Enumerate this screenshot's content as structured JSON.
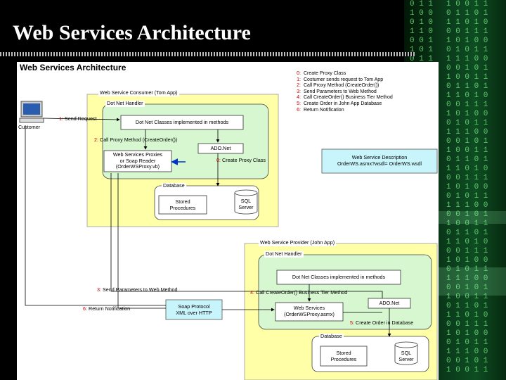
{
  "slide_title": "Web Services Architecture",
  "diagram": {
    "title": "Web Services Architecture",
    "steps": [
      {
        "num": "0:",
        "text": "Create Proxy Class"
      },
      {
        "num": "1:",
        "text": "Costumer sends request to Tom App"
      },
      {
        "num": "2:",
        "text": "Call Proxy Method (CreateOrder())"
      },
      {
        "num": "3:",
        "text": "Send Parameters to Web Method"
      },
      {
        "num": "4:",
        "text": "Call CreateOrder() Business Tier Method"
      },
      {
        "num": "5:",
        "text": "Create Order in John App Database"
      },
      {
        "num": "6:",
        "text": "Return Notification"
      }
    ],
    "customer_label": "Customer",
    "consumer": {
      "label": "Web Service Consumer (Tom App)",
      "dotnet_handler": "Dot Net Handler",
      "classes": "Dot Net Classes implemented in methods",
      "adonet": "ADO.Net",
      "proxy": [
        "Web Services Proxies",
        "or Soap Reader",
        "(OrderWSProxy.vb)"
      ],
      "database": "Database",
      "stored_procedures": [
        "Stored",
        "Procedures"
      ],
      "sql_server": [
        "SQL",
        "Server"
      ]
    },
    "description_box": [
      "Web Service Description",
      "OrderWS.asmx?wsdl= OrderWS.wsdl"
    ],
    "provider": {
      "label": "Web Service Provider (John App)",
      "dotnet_handler": "Dot Net Handler",
      "classes": "Dot Net Classes implemented in methods",
      "adonet": "ADO.Net",
      "web_services": [
        "Web Services",
        "(OrderWSProxy.asmx)"
      ],
      "database": "Database",
      "stored_procedures": [
        "Stored",
        "Procedures"
      ],
      "sql_server": [
        "SQL",
        "Server"
      ]
    },
    "soap_box": [
      "Soap Protocol",
      "XML over HTTP"
    ],
    "flow_labels": {
      "send_request": "1: Send Request",
      "call_proxy": "2: Call Proxy Method (CreateOrder())",
      "create_proxy": "0: Create Proxy Class",
      "send_params": "3: Send Parameters to Web Method",
      "return_notification": "6: Return Notification",
      "call_business": "4: Call CreateOrder() Business Tier Method",
      "create_order": "5: Create Order in Database"
    },
    "colors": {
      "yellow": "#ffffa8",
      "green": "#d6f7d0",
      "cyan": "#c8f4fb",
      "red": "#c00000"
    }
  }
}
